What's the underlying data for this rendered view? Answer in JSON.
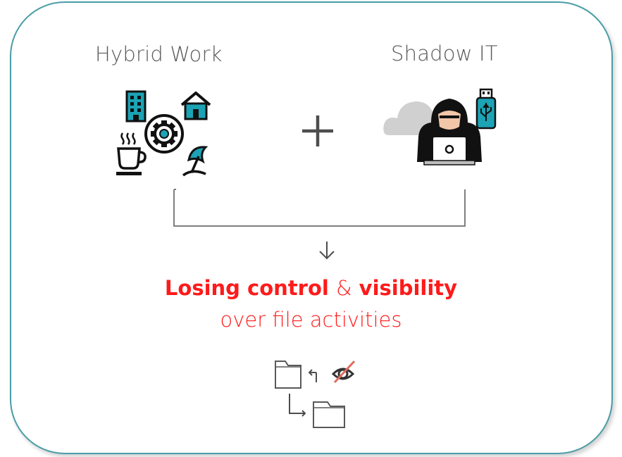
{
  "left": {
    "title": "Hybrid Work"
  },
  "right": {
    "title": "Shadow IT"
  },
  "result": {
    "part1": "Losing control",
    "amp": "&",
    "part2": "visibility",
    "line2": "over file activities"
  },
  "colors": {
    "frame": "#4a9da6",
    "label": "#595959",
    "accent": "#ff1a1a",
    "icon_teal": "#1ca3b5",
    "line": "#7f7f7f"
  },
  "icons": {
    "left": [
      "building-icon",
      "home-icon",
      "gear-icon",
      "coffee-cup-icon",
      "beach-umbrella-icon"
    ],
    "right": [
      "cloud-icon",
      "hacker-icon",
      "usb-drive-icon"
    ],
    "bottom": [
      "folder-icon",
      "arrow-icon",
      "hidden-eye-icon"
    ]
  }
}
